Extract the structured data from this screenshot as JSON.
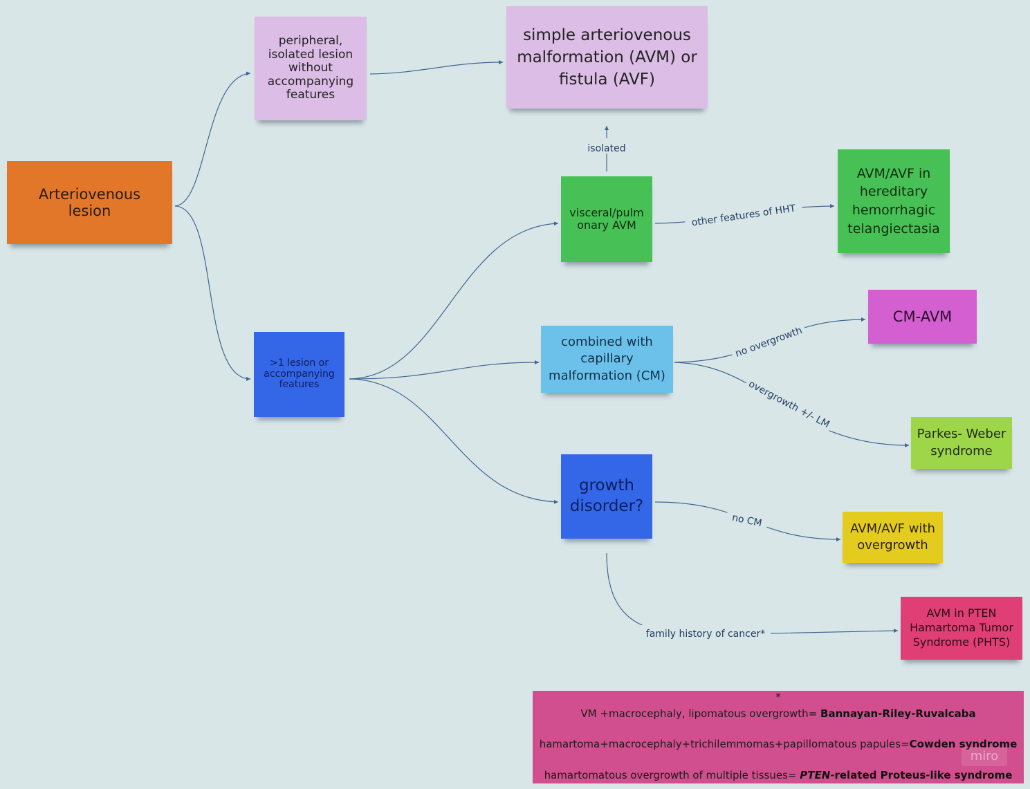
{
  "nodes": {
    "arteriovenous_lesion": "Arteriovenous lesion",
    "peripheral_isolated": "peripheral, isolated lesion without accompanying features",
    "simple_avm": "simple arteriovenous malformation (AVM) or fistula (AVF)",
    "multiple_lesion": ">1 lesion or accompanying features",
    "visceral_avm": "visceral/pulmonary AVM",
    "hht": "AVM/AVF in hereditary hemorrhagic telangiectasia",
    "combined_cm": "combined with capillary malformation (CM)",
    "cm_avm": "CM-AVM",
    "parkes_weber": "Parkes- Weber syndrome",
    "growth_disorder": "growth disorder?",
    "avm_overgrowth": "AVM/AVF with overgrowth",
    "phts": "AVM in PTEN Hamartoma Tumor Syndrome (PHTS)"
  },
  "edge_labels": {
    "isolated": "isolated",
    "other_hht": "other features of HHT",
    "no_overgrowth": "no overgrowth",
    "overgrowth_lm": "overgrowth +/- LM",
    "no_cm": "no CM",
    "family_history": "family history of cancer*"
  },
  "footnote": {
    "star": "*",
    "line1_text": "VM +macrocephaly, lipomatous overgrowth= ",
    "line1_bold": "Bannayan-Riley-Ruvalcaba",
    "line2_text": "hamartoma+macrocephaly+trichilemmomas+papillomatous papules=",
    "line2_bold": "Cowden syndrome",
    "line3_text": "hamartomatous overgrowth of multiple tissues= ",
    "line3_bold_italic": "PTEN",
    "line3_bold": "-related Proteus-like syndrome"
  },
  "watermark": "miro",
  "colors": {
    "background": "#d9e6e8",
    "orange": "#e2772a",
    "lavender": "#dcbde6",
    "blue": "#3466e8",
    "green": "#47c155",
    "light_blue": "#6cc1ea",
    "magenta": "#d35fd1",
    "lime": "#9ed64a",
    "yellow": "#e4cc1e",
    "crimson": "#df3f74",
    "footnote_pink": "#d14f8e"
  }
}
